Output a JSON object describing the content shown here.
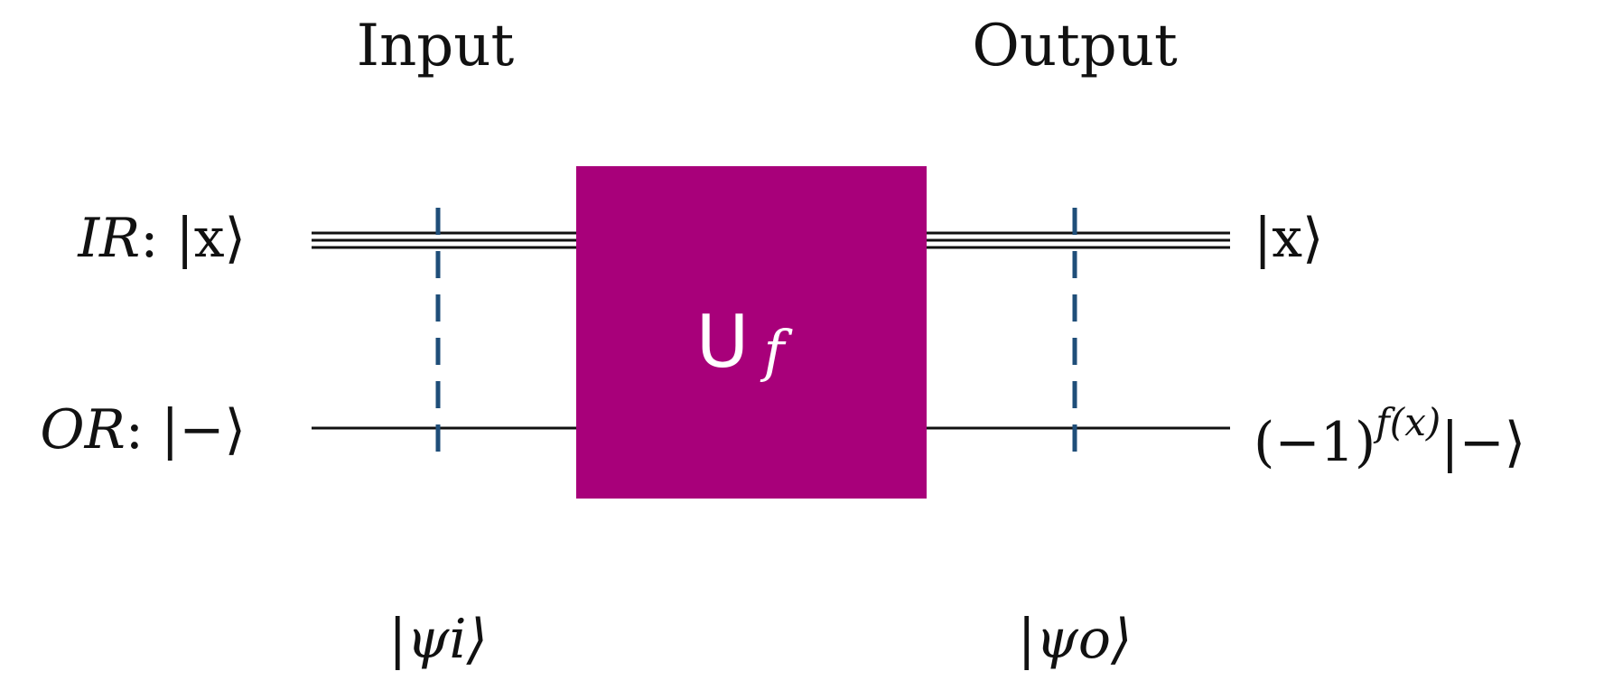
{
  "headings": {
    "input": "Input",
    "output": "Output"
  },
  "registers": {
    "input_register": {
      "name": "IR",
      "state_in": "|x⟩",
      "state_out": "|x⟩"
    },
    "output_register": {
      "name": "OR",
      "state_in": "|−⟩",
      "phase_base": "(−1)",
      "phase_exponent": "f(x)",
      "state_out": "|−⟩"
    }
  },
  "gate": {
    "label": "U",
    "subscript": "f",
    "color": "#a8007a"
  },
  "barrier_color": "#1f4e79",
  "states": {
    "psi_i": "|ψi⟩",
    "psi_o": "|ψo⟩"
  }
}
